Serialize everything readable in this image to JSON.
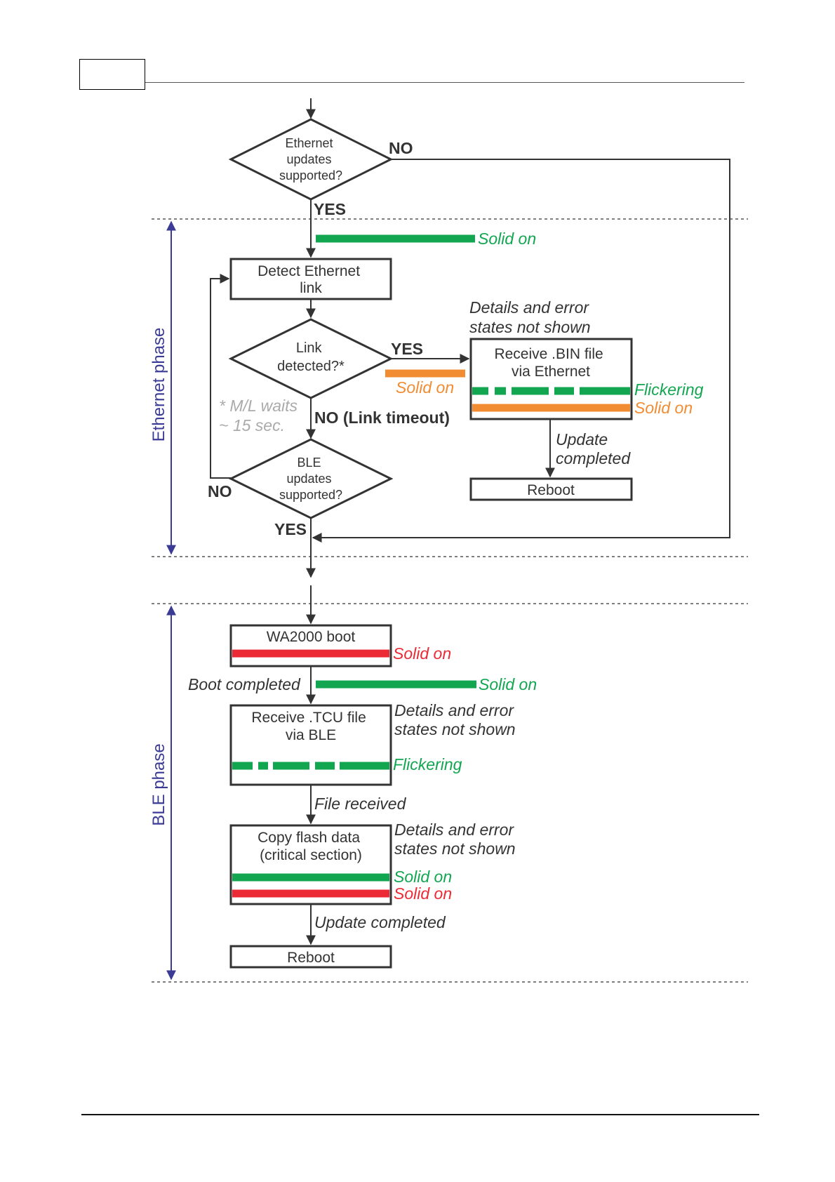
{
  "colors": {
    "green": "#12a651",
    "orange": "#f28c32",
    "red": "#ec2a35",
    "phase": "#3b3b96",
    "gray": "#aaaaaa",
    "line": "#333333"
  },
  "diagram": {
    "decision_ethernet": [
      "Ethernet",
      "updates",
      "supported?"
    ],
    "decision_link": [
      "Link",
      "detected?*"
    ],
    "decision_ble": [
      "BLE",
      "updates",
      "supported?"
    ],
    "box_detect": [
      "Detect Ethernet",
      "link"
    ],
    "box_receive_bin": [
      "Receive .BIN file",
      "via Ethernet"
    ],
    "box_reboot_eth": "Reboot",
    "box_wa2000": "WA2000 boot",
    "box_receive_tcu": [
      "Receive .TCU file",
      "via BLE"
    ],
    "box_copy": [
      "Copy flash data",
      "(critical section)"
    ],
    "box_reboot_ble": "Reboot",
    "label_no": "NO",
    "label_yes": "YES",
    "label_yes_link": "YES",
    "label_no_link_timeout": "NO (Link timeout)",
    "label_no_ble": "NO",
    "label_yes_ble": "YES",
    "note_wait": [
      "* M/L waits",
      "~ 15 sec."
    ],
    "details_note": [
      "Details and error",
      "states not shown"
    ],
    "update_completed_two": [
      "Update",
      "completed"
    ],
    "boot_completed": "Boot completed",
    "file_received": "File received",
    "update_completed": "Update completed",
    "status_solid_on": "Solid on",
    "status_flickering": "Flickering",
    "phase_ethernet": "Ethernet phase",
    "phase_ble": "BLE phase"
  }
}
